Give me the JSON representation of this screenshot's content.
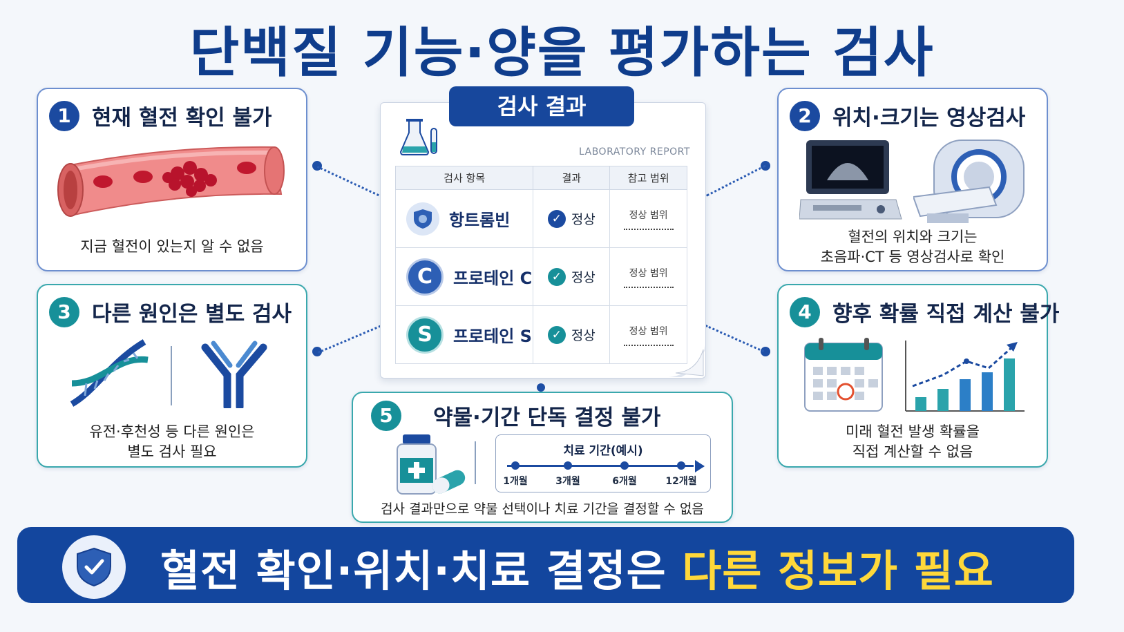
{
  "title": "단백질 기능·양을 평가하는 검사",
  "report": {
    "tab_title": "검사 결과",
    "subtitle": "LABORATORY REPORT",
    "columns": [
      "검사 항목",
      "결과",
      "참고 범위"
    ],
    "rows": [
      {
        "badge": "",
        "name": "항트롬빈",
        "result": "정상",
        "reference": "정상 범위"
      },
      {
        "badge": "C",
        "name": "프로테인 C",
        "result": "정상",
        "reference": "정상 범위"
      },
      {
        "badge": "S",
        "name": "프로테인 S",
        "result": "정상",
        "reference": "정상 범위"
      }
    ]
  },
  "cards": [
    {
      "number": "1",
      "title": "현재 혈전 확인 불가",
      "caption": [
        "지금 혈전이 있는지 알 수 없음"
      ]
    },
    {
      "number": "2",
      "title": "위치·크기는 영상검사",
      "caption": [
        "혈전의 위치와 크기는",
        "초음파·CT 등 영상검사로 확인"
      ]
    },
    {
      "number": "3",
      "title": "다른 원인은 별도 검사",
      "caption": [
        "유전·후천성 등 다른 원인은",
        "별도 검사 필요"
      ]
    },
    {
      "number": "4",
      "title": "향후 확률 직접 계산 불가",
      "caption": [
        "미래 혈전 발생 확률을",
        "직접 계산할 수 없음"
      ]
    },
    {
      "number": "5",
      "title": "약물·기간 단독 결정 불가",
      "caption": [
        "검사 결과만으로 약물 선택이나 치료 기간을 결정할 수 없음"
      ]
    }
  ],
  "timeline": {
    "title": "치료 기간(예시)",
    "labels": [
      "1개월",
      "3개월",
      "6개월",
      "12개월"
    ]
  },
  "banner": {
    "text_main": "혈전 확인·위치·치료 결정은 ",
    "text_highlight": "다른 정보가 필요"
  },
  "colors": {
    "navy": "#13469e",
    "teal": "#179099",
    "highlight": "#ffd83a"
  }
}
